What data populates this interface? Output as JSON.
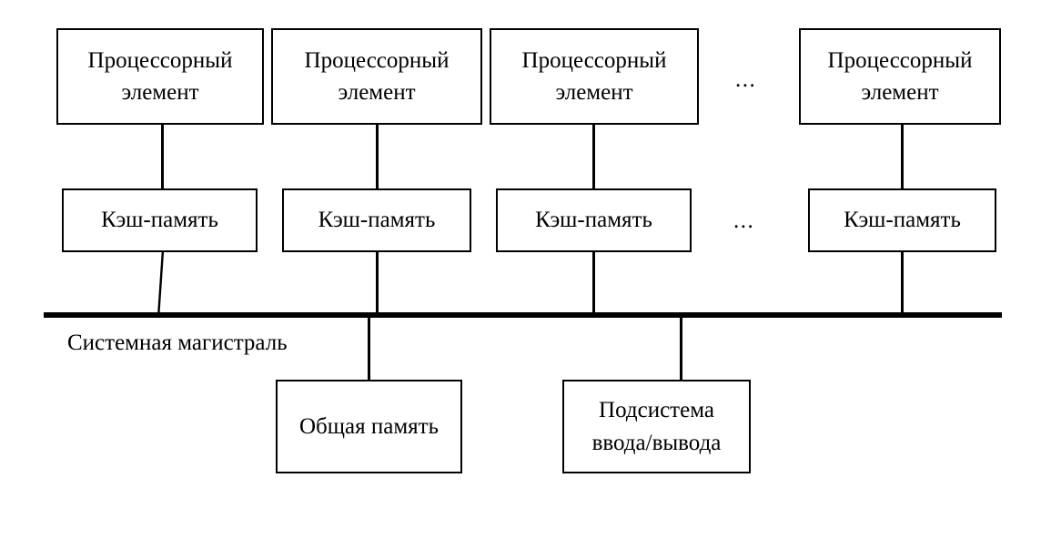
{
  "diagram": {
    "title": "Multiprocessor system bus architecture diagram",
    "colors": {
      "stroke": "#000000",
      "background": "#ffffff",
      "text": "#000000"
    },
    "processor_elements": [
      {
        "line1": "Процессорный",
        "line2": "элемент"
      },
      {
        "line1": "Процессорный",
        "line2": "элемент"
      },
      {
        "line1": "Процессорный",
        "line2": "элемент"
      },
      {
        "line1": "Процессорный",
        "line2": "элемент"
      }
    ],
    "cache_modules": [
      {
        "label": "Кэш-память"
      },
      {
        "label": "Кэш-память"
      },
      {
        "label": "Кэш-память"
      },
      {
        "label": "Кэш-память"
      }
    ],
    "bus": {
      "label": "Системная магистраль"
    },
    "peripherals": [
      {
        "line1": "Общая память",
        "line2": ""
      },
      {
        "line1": "Подсистема",
        "line2": "ввода/вывода"
      }
    ],
    "ellipses": [
      {
        "text": "..."
      },
      {
        "text": "..."
      }
    ]
  }
}
